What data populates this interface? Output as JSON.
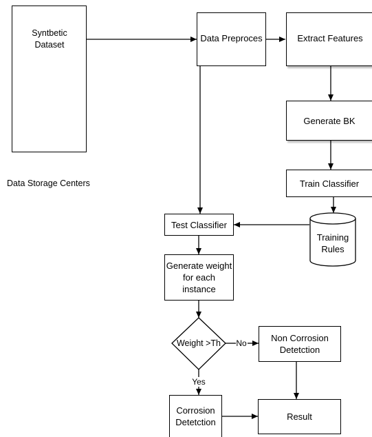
{
  "storage": {
    "dataset_label": "Syntbetic\nDataset",
    "caption": "Data Storage Centers",
    "user_icon": "user-at-computer-icon"
  },
  "nodes": {
    "preprocess": "Data Preproces",
    "extract": "Extract Features",
    "generate_bk": "Generate BK",
    "train": "Train Classifier",
    "rules": "Training\nRules",
    "test": "Test Classifier",
    "weight": "Generate weight\nfor each\ninstance",
    "decision": "Weight >Th",
    "non_corrosion": "Non Corrosion\nDetetction",
    "corrosion": "Corrosion\nDetetction",
    "result": "Result"
  },
  "edges": {
    "no_label": "No",
    "yes_label": "Yes"
  },
  "colors": {
    "icon_blue": "#1f6fa8",
    "line": "#000000"
  }
}
